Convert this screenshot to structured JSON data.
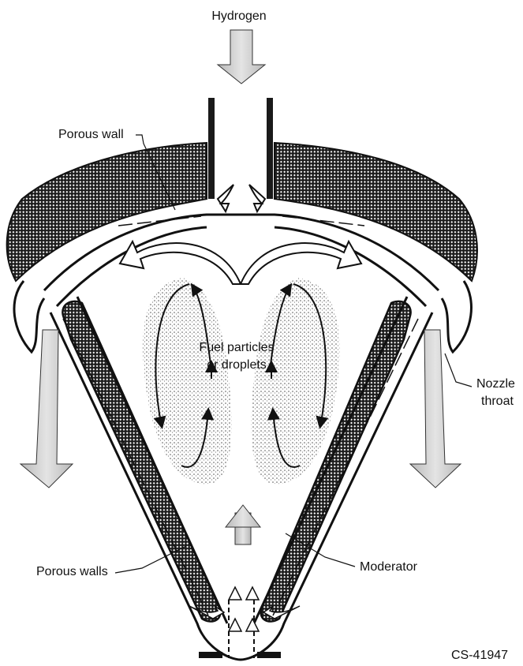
{
  "labels": {
    "hydrogen": "Hydrogen",
    "porous_wall": "Porous wall",
    "fuel_line1": "Fuel particles",
    "fuel_line2": "or droplets",
    "nozzle_line1": "Nozzle",
    "nozzle_line2": "throat",
    "porous_walls": "Porous walls",
    "moderator": "Moderator",
    "figure_id": "CS-41947"
  },
  "colors": {
    "ink": "#111111",
    "moderator_hatch": "#2a2a2a",
    "flow_arrow_fill": "#c8c8c8",
    "fuel_stipple": "#555555"
  }
}
